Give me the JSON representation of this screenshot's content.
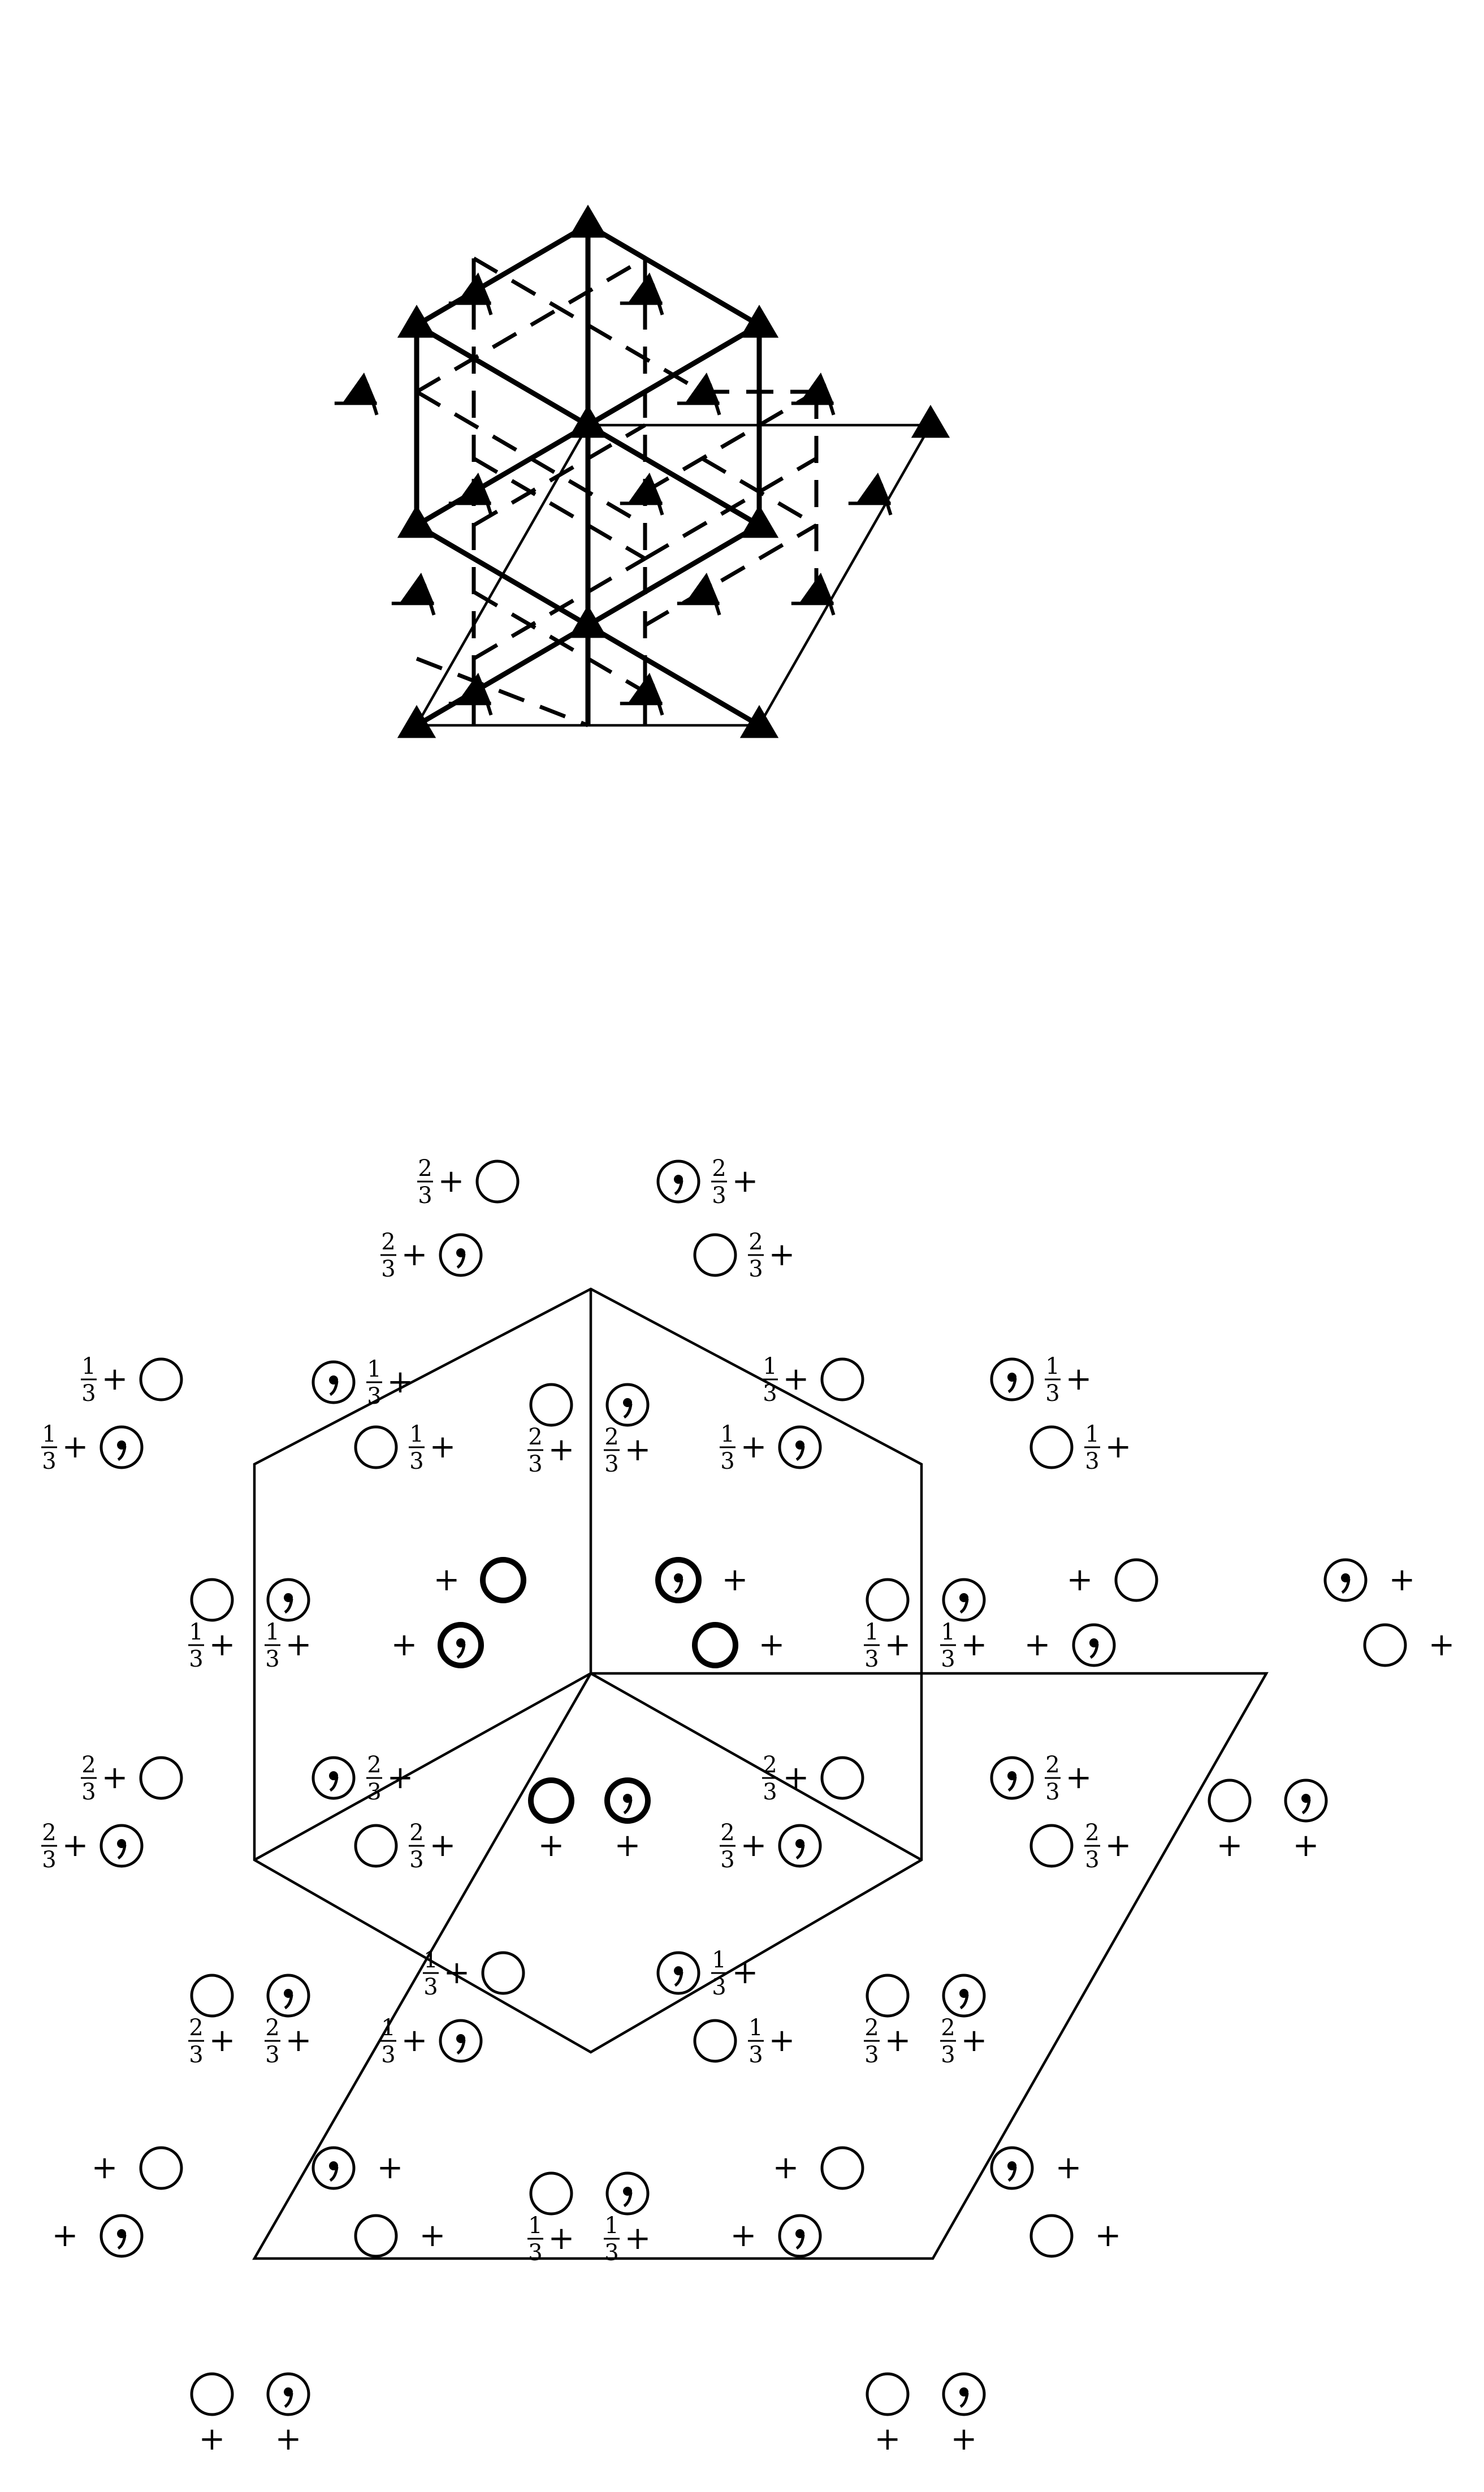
{
  "diagram": {
    "lattice": {
      "axis_marker": "filled-triangle",
      "screw_marker": "triangle-with-tails",
      "axis_nodes": [
        {
          "name": "axis-top",
          "u": 0,
          "v": 6
        },
        {
          "name": "axis-upper-left",
          "u": -3,
          "v": 3
        },
        {
          "name": "axis-upper-right",
          "u": 3,
          "v": 3
        },
        {
          "name": "axis-center",
          "u": 0,
          "v": 0
        },
        {
          "name": "axis-mid-right",
          "u": 6,
          "v": 0
        },
        {
          "name": "axis-lower-left",
          "u": -3,
          "v": -3
        },
        {
          "name": "axis-lower-mid",
          "u": 3,
          "v": -3
        },
        {
          "name": "axis-bottom-center",
          "u": 0,
          "v": -6
        },
        {
          "name": "axis-bottom-left",
          "u": -3,
          "v": -9
        },
        {
          "name": "axis-bottom-right",
          "u": 3,
          "v": -9
        }
      ]
    },
    "positions": {
      "symbols": {
        "plus": "+",
        "one_third": "1/3",
        "two_thirds": "2/3"
      },
      "groups": [
        {
          "name": "group-top-left-a",
          "prefix": "2/3",
          "a_label": "2/3 +",
          "b_label": "2/3 +"
        },
        {
          "name": "group-top-right-a",
          "prefix": "2/3",
          "a_label": "2/3 +",
          "b_label": "2/3 +"
        },
        {
          "name": "group-far-left-1",
          "prefix": "1/3",
          "a_label": "1/3 +",
          "b_label": "1/3 +"
        },
        {
          "name": "group-far-left-2",
          "prefix": "2/3",
          "a_label": "2/3 +",
          "b_label": "2/3 +"
        },
        {
          "name": "group-far-left-3",
          "prefix": "+",
          "a_label": "+",
          "b_label": "+"
        },
        {
          "name": "group-hex-center",
          "prefix": "+",
          "a_label": "+",
          "b_label": "+"
        },
        {
          "name": "group-right-1",
          "prefix": "1/3",
          "a_label": "1/3 +",
          "b_label": "1/3 +"
        },
        {
          "name": "group-right-2",
          "prefix": "2/3",
          "a_label": "2/3 +",
          "b_label": "2/3 +"
        },
        {
          "name": "group-right-3",
          "prefix": "+",
          "a_label": "+",
          "b_label": "+"
        },
        {
          "name": "group-bottom",
          "prefix": "+",
          "a_label": "+",
          "b_label": "+"
        }
      ]
    }
  }
}
